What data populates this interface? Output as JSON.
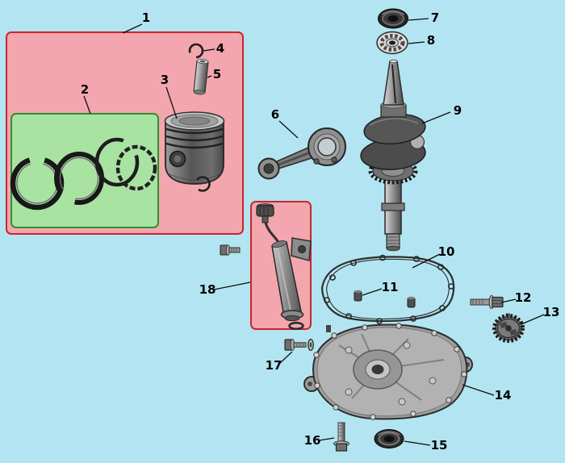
{
  "diagram": {
    "title": "engine-bottom-end-exploded-parts-diagram",
    "background_color": "#b2e5f1",
    "highlight": {
      "red_fill": "#f3a6ad",
      "red_border": "#c9252d",
      "green_fill": "#a9e3a2",
      "green_border": "#2f8f33"
    },
    "callouts": [
      {
        "label": "1",
        "part": "piston-kit-group"
      },
      {
        "label": "2",
        "part": "piston-ring-set"
      },
      {
        "label": "3",
        "part": "piston"
      },
      {
        "label": "4",
        "part": "piston-pin-retaining-ring"
      },
      {
        "label": "5",
        "part": "piston-pin"
      },
      {
        "label": "6",
        "part": "connecting-rod"
      },
      {
        "label": "7",
        "part": "upper-oil-seal"
      },
      {
        "label": "8",
        "part": "ball-bearing"
      },
      {
        "label": "9",
        "part": "crankshaft"
      },
      {
        "label": "10",
        "part": "crankcase-gasket"
      },
      {
        "label": "11",
        "part": "dowel-pin"
      },
      {
        "label": "12",
        "part": "hex-flange-bolt"
      },
      {
        "label": "13",
        "part": "governor-gear"
      },
      {
        "label": "14",
        "part": "crankcase-cover"
      },
      {
        "label": "15",
        "part": "lower-oil-seal"
      },
      {
        "label": "16",
        "part": "hex-flange-bolt"
      },
      {
        "label": "17",
        "part": "hex-flange-bolt"
      },
      {
        "label": "18",
        "part": "oil-fill-tube"
      }
    ]
  }
}
